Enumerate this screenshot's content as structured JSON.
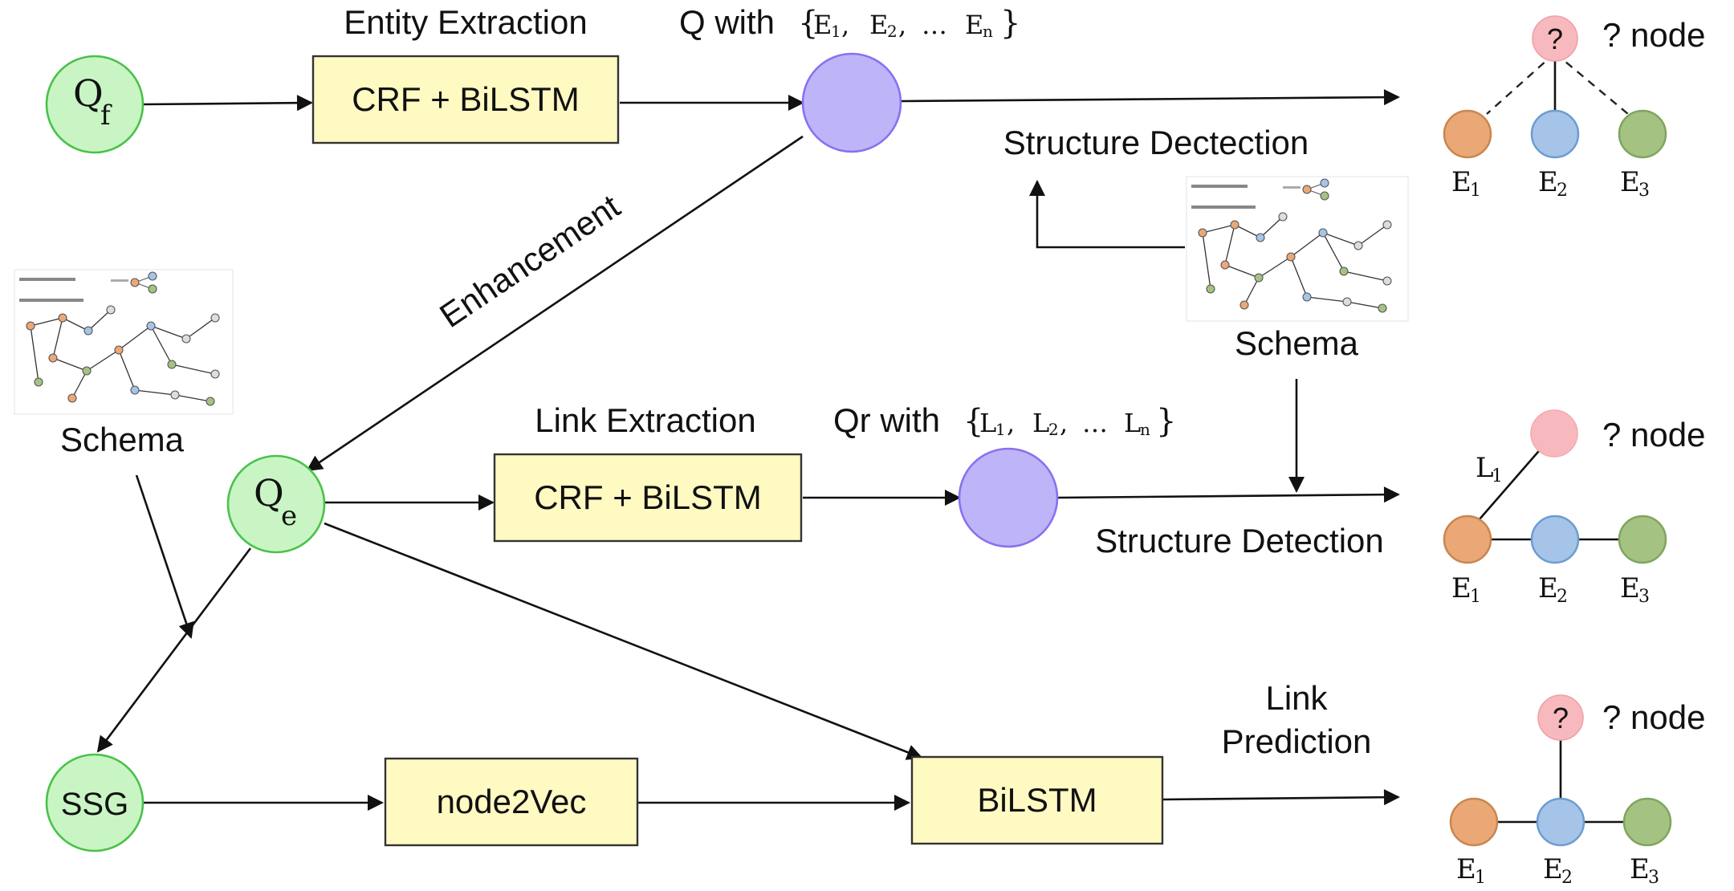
{
  "labels": {
    "qf": "Q",
    "qf_sub": "f",
    "qe": "Q",
    "qe_sub": "e",
    "ssg": "SSG",
    "entity_extraction": "Entity Extraction",
    "crf_bilstm_1": "CRF + BiLSTM",
    "q_with_prefix": "Q with",
    "q_set_open": "{",
    "q_set_e1": "E",
    "q_set_e1_sub": "1",
    "q_set_e2": "E",
    "q_set_e2_sub": "2",
    "q_set_en": "E",
    "q_set_en_sub": "n",
    "q_set_close": "}",
    "structure_dectection": "Structure Dectection",
    "enhancement": "Enhancement",
    "schema_left": "Schema",
    "schema_right": "Schema",
    "link_extraction": "Link Extraction",
    "crf_bilstm_2": "CRF + BiLSTM",
    "qr_with_prefix": "Qr with",
    "qr_set_l1": "L",
    "qr_set_l1_sub": "1",
    "qr_set_l2": "L",
    "qr_set_l2_sub": "2",
    "qr_set_ln": "L",
    "qr_set_ln_sub": "n",
    "structure_detection": "Structure Detection",
    "node2vec": "node2Vec",
    "bilstm": "BiLSTM",
    "link_prediction_1": "Link",
    "link_prediction_2": "Prediction",
    "comma": ",",
    "dots": "…"
  },
  "graphs": {
    "top": {
      "question_mark": "?",
      "node_label": "? node",
      "e1": "E",
      "e2": "E",
      "e3": "E",
      "s1": "1",
      "s2": "2",
      "s3": "3"
    },
    "middle": {
      "node_label": "? node",
      "link_label": "L",
      "link_sub": "1",
      "e1": "E",
      "e2": "E",
      "e3": "E",
      "s1": "1",
      "s2": "2",
      "s3": "3"
    },
    "bottom": {
      "question_mark": "?",
      "node_label": "? node",
      "e1": "E",
      "e2": "E",
      "e3": "E",
      "s1": "1",
      "s2": "2",
      "s3": "3"
    }
  },
  "colors": {
    "q_node_fill": "#c9f5c4",
    "q_node_stroke": "#49c24a",
    "mid_node_fill": "#bdb5f7",
    "box_fill": "#fff9c2",
    "entity_orange": "#eba877",
    "entity_blue": "#a6c4e8",
    "entity_green": "#a4c382",
    "question_node": "#f7b9bd"
  }
}
